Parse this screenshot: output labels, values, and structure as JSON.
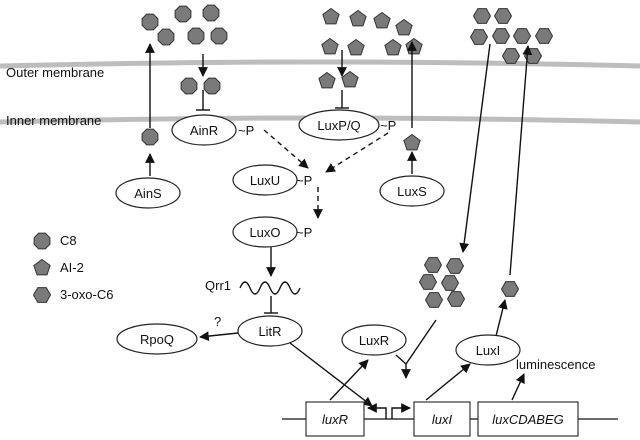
{
  "labels": {
    "outer_membrane": "Outer membrane",
    "inner_membrane": "Inner membrane",
    "phospho": "~P",
    "p": "P",
    "question": "?",
    "qrr1": "Qrr1",
    "luminescence": "luminescence"
  },
  "proteins": {
    "ainR": "AinR",
    "luxPQ": "LuxP/Q",
    "luxU": "LuxU",
    "ainS": "AinS",
    "luxS": "LuxS",
    "luxO": "LuxO",
    "litR": "LitR",
    "rpoQ": "RpoQ",
    "luxR": "LuxR",
    "luxI": "LuxI"
  },
  "genes": {
    "luxR": "luxR",
    "luxI": "luxI",
    "luxCDABEG": "luxCDABEG"
  },
  "legend": [
    {
      "shape": "octagon",
      "label": "C8"
    },
    {
      "shape": "pentagon",
      "label": "AI-2"
    },
    {
      "shape": "hexagon",
      "label": "3-oxo-C6"
    }
  ],
  "colors": {
    "signal_fill": "#7a7a7a",
    "membrane": "#bdbdbd"
  }
}
